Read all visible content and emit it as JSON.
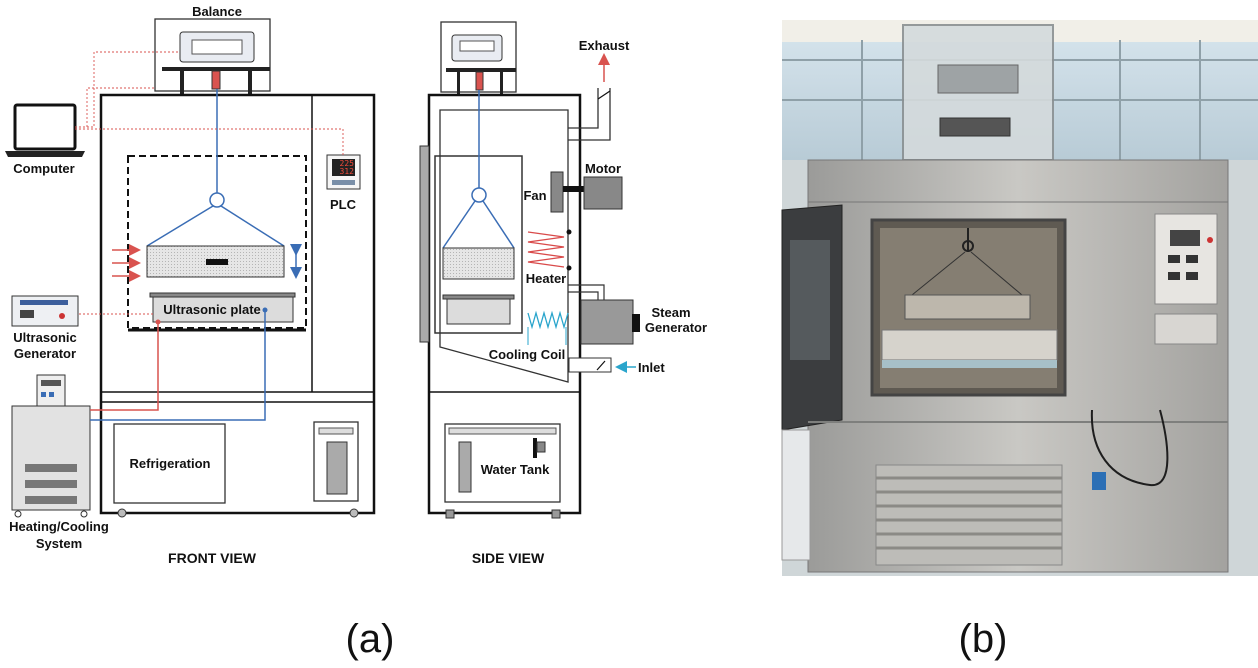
{
  "labels": {
    "balance": "Balance",
    "computer": "Computer",
    "plc": "PLC",
    "ultrasonic_plate": "Ultrasonic plate",
    "ultrasonic_generator_1": "Ultrasonic",
    "ultrasonic_generator_2": "Generator",
    "heating_cooling_1": "Heating/Cooling",
    "heating_cooling_2": "System",
    "refrigeration": "Refrigeration",
    "exhaust": "Exhaust",
    "motor": "Motor",
    "fan": "Fan",
    "heater": "Heater",
    "steam_generator_1": "Steam",
    "steam_generator_2": "Generator",
    "cooling_coil": "Cooling Coil",
    "inlet": "Inlet",
    "water_tank": "Water Tank"
  },
  "plc_display": {
    "top": "225",
    "bottom": "312"
  },
  "views": {
    "front": "FRONT VIEW",
    "side": "SIDE VIEW"
  },
  "captions": {
    "a": "(a)",
    "b": "(b)"
  },
  "colors": {
    "signal": "#d9534f",
    "frame": "#111111",
    "blue": "#3a6db5",
    "water": "#2aa5cc",
    "heater": "#d94a4a"
  }
}
